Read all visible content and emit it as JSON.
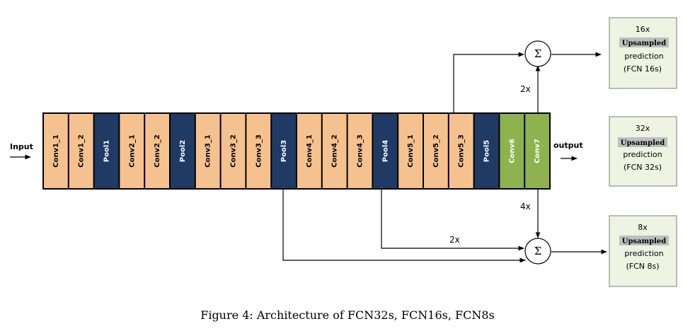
{
  "input_label": "Input",
  "output_label": "output",
  "sum_symbol": "Σ",
  "layers": [
    {
      "name": "Conv1_1",
      "kind": "conv"
    },
    {
      "name": "Conv1_2",
      "kind": "conv"
    },
    {
      "name": "Pool1",
      "kind": "pool"
    },
    {
      "name": "Conv2_1",
      "kind": "conv"
    },
    {
      "name": "Conv2_2",
      "kind": "conv"
    },
    {
      "name": "Pool2",
      "kind": "pool"
    },
    {
      "name": "Conv3_1",
      "kind": "conv"
    },
    {
      "name": "Conv3_2",
      "kind": "conv"
    },
    {
      "name": "Conv3_3",
      "kind": "conv"
    },
    {
      "name": "Pool3",
      "kind": "pool"
    },
    {
      "name": "Conv4_1",
      "kind": "conv"
    },
    {
      "name": "Conv4_2",
      "kind": "conv"
    },
    {
      "name": "Conv4_3",
      "kind": "conv"
    },
    {
      "name": "Pool4",
      "kind": "pool"
    },
    {
      "name": "Conv5_1",
      "kind": "conv"
    },
    {
      "name": "Conv5_2",
      "kind": "conv"
    },
    {
      "name": "Conv5_3",
      "kind": "conv"
    },
    {
      "name": "Pool5",
      "kind": "pool"
    },
    {
      "name": "Conv6",
      "kind": "fc"
    },
    {
      "name": "Conv7",
      "kind": "fc"
    }
  ],
  "colors": {
    "conv": "#f5c28f",
    "pool": "#1f3a64",
    "fc": "#8db24e",
    "pool_text": "#ffffff",
    "conv_text": "#000000",
    "fc_text": "#ffffff",
    "output_box": "#eef3e2",
    "upsampled_highlight": "#bfbfbf"
  },
  "paths": {
    "fcn16_factor": "2x",
    "fcn8_factor_top": "4x",
    "fcn8_factor_pool4": "2x"
  },
  "outputs": [
    {
      "id": "fcn16",
      "factor": "16x",
      "upsampled": "Upsampled",
      "prediction": "prediction",
      "name": "(FCN 16s)"
    },
    {
      "id": "fcn32",
      "factor": "32x",
      "upsampled": "Upsampled",
      "prediction": "prediction",
      "name": "(FCN 32s)"
    },
    {
      "id": "fcn8",
      "factor": "8x",
      "upsampled": "Upsampled",
      "prediction": "prediction",
      "name": "(FCN 8s)"
    }
  ],
  "caption": "Figure 4: Architecture of FCN32s, FCN16s, FCN8s"
}
